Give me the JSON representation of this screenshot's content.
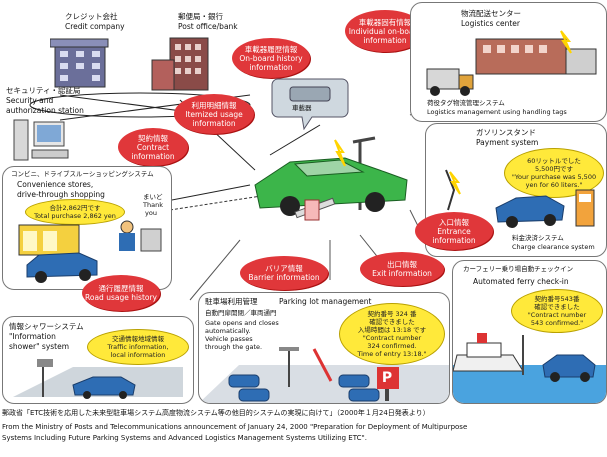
{
  "credit_company": {
    "ja": "クレジット会社",
    "en": "Credit company"
  },
  "post_office": {
    "ja": "郵便局・銀行",
    "en": "Post office/bank"
  },
  "security": {
    "ja": "セキュリティ・認証局",
    "en1": "Security and",
    "en2": "authorization station"
  },
  "convenience": {
    "ja": "コンビニ、ドライブスルーショッピングシステム",
    "en1": "Convenience stores,",
    "en2": "drive-through shopping",
    "bubble1": "合計2,862円です",
    "bubble2": "Total purchase 2,862 yen",
    "person1": "まいど",
    "person2": "Thank",
    "person3": "you"
  },
  "info_shower": {
    "ja": "情報シャワーシステム",
    "en1": "\"Information",
    "en2": "shower\" system",
    "bubble_ja": "交通情報地域情報",
    "bubble1": "Traffic information,",
    "bubble2": "local information"
  },
  "logistics": {
    "ja": "物流配送センター",
    "en": "Logistics center",
    "tag_ja": "荷役タグ物流管理システム",
    "tag_en": "Logistics management using handling tags"
  },
  "gas_station": {
    "ja": "ガソリンスタンド",
    "en": "Payment system",
    "bubble1": "60リットルでした",
    "bubble2": "5,500円です",
    "bubble3": "\"Your purchase was 5,500",
    "bubble4": "yen for 60 liters.\"",
    "charge_ja": "料金決済システム",
    "charge_en": "Charge clearance system"
  },
  "ferry": {
    "ja": "カーフェリー乗り場自動チェックイン",
    "en": "Automated ferry check-in",
    "bubble1": "契約番号543番",
    "bubble2": "確認できました",
    "bubble3": "\"Contract number",
    "bubble4": "543 confirmed.\""
  },
  "parking": {
    "ja": "駐車場利用管理",
    "en": "Parking lot management",
    "desc_ja": "自動門扉開閉／車両通門",
    "desc1": "Gate opens and closes",
    "desc2": "automatically.",
    "desc3": "Vehicle passes",
    "desc4": "through the gate.",
    "bubble1": "契約番号 324 番",
    "bubble2": "確認できました",
    "bubble3": "入場時間は 13:18 です",
    "bubble4": "\"Contract number",
    "bubble5": "324 confirmed.",
    "bubble6": "Time of entry 13:18.\"",
    "sign": "P"
  },
  "car_unit": "車載器",
  "labels": {
    "onboard_history": {
      "ja": "車載器履歴情報",
      "en1": "On-board history",
      "en2": "information"
    },
    "individual_onboard": {
      "ja": "車載器固有情報",
      "en1": "Individual on-board",
      "en2": "information"
    },
    "itemized": {
      "ja": "利用明細情報",
      "en1": "Itemized usage",
      "en2": "information"
    },
    "contract": {
      "ja": "契約情報",
      "en1": "Contract",
      "en2": "information"
    },
    "entrance": {
      "ja": "入口情報",
      "en1": "Entrance",
      "en2": "information"
    },
    "exit": {
      "ja": "出口情報",
      "en1": "Exit information"
    },
    "barrier": {
      "ja": "バリア情報",
      "en1": "Barrier information"
    },
    "road_usage": {
      "ja": "通行履歴情報",
      "en1": "Road usage history"
    }
  },
  "footer": {
    "ja": "郵政省「ETC技術を応用した未来型駐車場システム高度物流システム等の他目的システムの実現に向けて」（2000年１月24日発表より）",
    "en1": "From the Ministry of Posts and Telecommunications announcement of January 24, 2000 \"Preparation for Deployment of Multipurpose",
    "en2": "Systems Including Future Parking Systems and Advanced Logistics Management Systems Utilizing ETC\"."
  },
  "colors": {
    "oval": "#e0373a",
    "bubble": "#ffe93a",
    "car": "#3cb54a",
    "bluecar": "#2e6db4"
  }
}
